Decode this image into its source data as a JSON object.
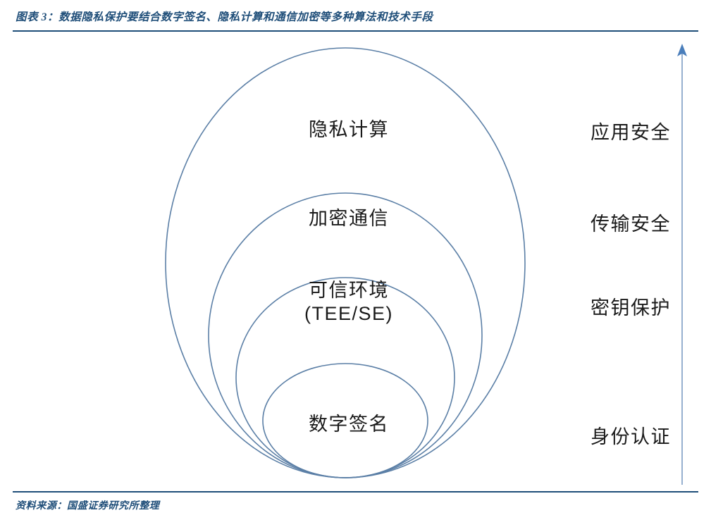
{
  "header": {
    "title": "图表 3：数据隐私保护要结合数字签名、隐私计算和通信加密等多种算法和技术手段"
  },
  "footer": {
    "source": "资料来源：国盛证券研究所整理"
  },
  "diagram": {
    "type": "nested-tangent-circles",
    "description": "四层同底相切的同心椭圆，由外到内表示安全层级",
    "rings": [
      {
        "id": "ring-privacy-computing",
        "label": "隐私计算",
        "level": 1
      },
      {
        "id": "ring-encrypted-comm",
        "label": "加密通信",
        "level": 2
      },
      {
        "id": "ring-trusted-env",
        "label": "可信环境\n(TEE/SE)",
        "level": 3
      },
      {
        "id": "ring-digital-signature",
        "label": "数字签名",
        "level": 4
      }
    ],
    "axis_labels": [
      {
        "id": "axis-application-security",
        "label": "应用安全"
      },
      {
        "id": "axis-transmission-security",
        "label": "传输安全"
      },
      {
        "id": "axis-key-protection",
        "label": "密钥保护"
      },
      {
        "id": "axis-identity-authentication",
        "label": "身份认证"
      }
    ],
    "arrow": {
      "name": "upward-arrow",
      "direction": "up"
    }
  },
  "colors": {
    "accent": "#1f4e79",
    "rule": "#1f4e79",
    "circle_stroke": "#5b7fa6",
    "arrow": "#4a7ebb",
    "text": "#1a1a1a",
    "background": "#ffffff"
  }
}
